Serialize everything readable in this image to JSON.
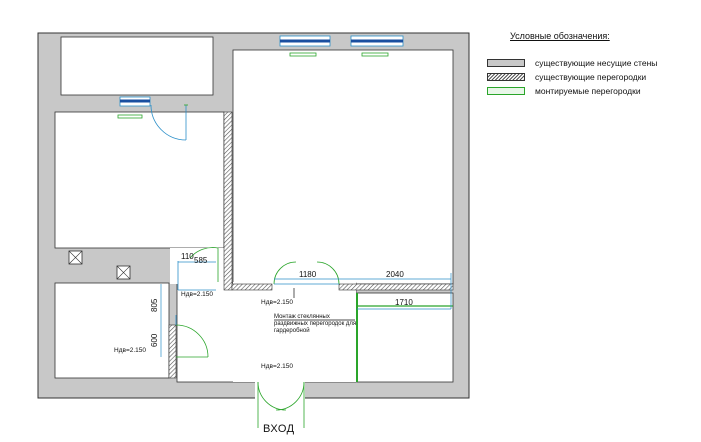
{
  "legend": {
    "title": "Условные обозначения:",
    "items": [
      {
        "label": "существующие несущие стены",
        "kind": "bearing"
      },
      {
        "label": "существующие перегородки",
        "kind": "partition"
      },
      {
        "label": "монтируемые перегородки",
        "kind": "new"
      }
    ]
  },
  "dimensions": {
    "d110": "110",
    "d585": "585",
    "d1180": "1180",
    "d2040": "2040",
    "d1710": "1710",
    "d805": "805",
    "d600": "600"
  },
  "heights": {
    "h1": "Ндв=2.150",
    "h2": "Ндв=2.150",
    "h3": "Ндв=2.150",
    "h4": "Ндв=2.150"
  },
  "note": "Монтаж стеклянных раздвижных перегородок для гардеробной",
  "entry": "ВХОД",
  "colors": {
    "bearing_wall": "#c8c8c8",
    "partition": "#555555",
    "new_partition": "#2aa52a",
    "window_frame": "#2b8fc9",
    "window_glass": "#1a4fa0"
  }
}
